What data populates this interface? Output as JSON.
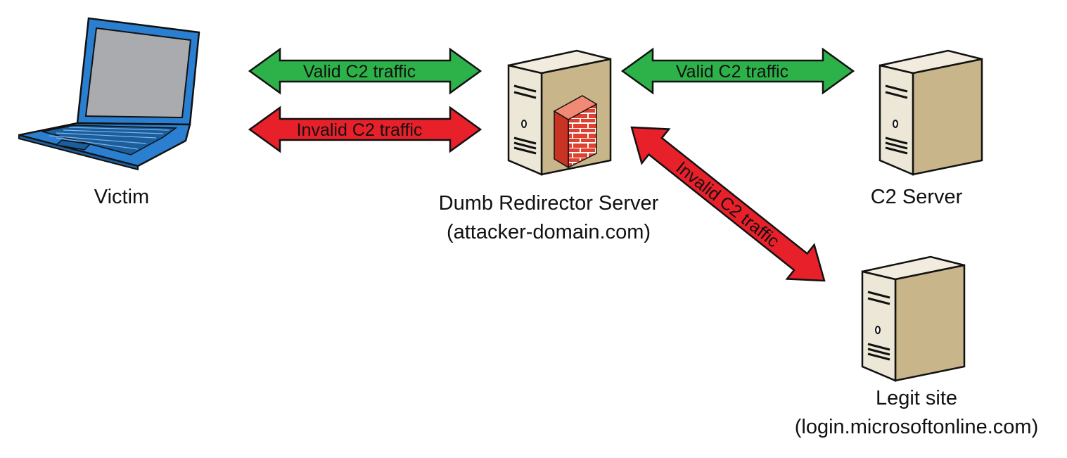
{
  "nodes": {
    "victim": {
      "label": "Victim"
    },
    "redirector": {
      "label": "Dumb Redirector Server",
      "sublabel": "(attacker-domain.com)"
    },
    "c2": {
      "label": "C2 Server"
    },
    "legit": {
      "label": "Legit site",
      "sublabel": "(login.microsoftonline.com)"
    }
  },
  "arrows": {
    "victim_valid": {
      "label": "Valid C2 traffic",
      "color": "#2db24a"
    },
    "victim_invalid": {
      "label": "Invalid C2 traffic",
      "color": "#e8202a"
    },
    "c2_valid": {
      "label": "Valid C2 traffic",
      "color": "#2db24a"
    },
    "legit_invalid": {
      "label": "Invalid C2 traffic",
      "color": "#e8202a"
    }
  },
  "colors": {
    "laptop_body": "#2a7fd0",
    "laptop_screen": "#a9abae",
    "server_front": "#ece7d6",
    "server_side": "#c8b58a",
    "firewall": "#e0402f"
  },
  "icons": {
    "victim": "laptop-icon",
    "redirector": "server-with-firewall-icon",
    "c2": "server-icon",
    "legit": "server-icon"
  }
}
